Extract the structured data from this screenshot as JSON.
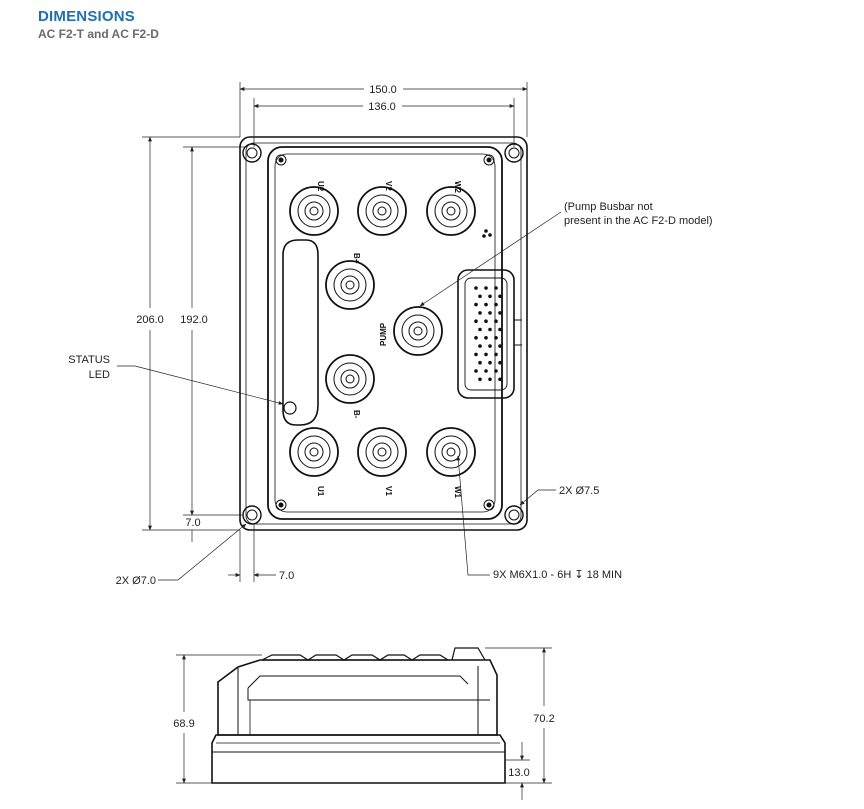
{
  "header": {
    "title": "DIMENSIONS",
    "subtitle": "AC F2-T and AC F2-D"
  },
  "top_view": {
    "dims": {
      "overall_width": "150.0",
      "inner_width": "136.0",
      "overall_height": "206.0",
      "inner_height": "192.0",
      "corner_offset_v": "7.0",
      "corner_offset_h": "7.0"
    },
    "callouts": {
      "status_led_line1": "STATUS",
      "status_led_line2": "LED",
      "pump_note_line1": "(Pump Busbar not",
      "pump_note_line2": "present in the AC F2-D model)",
      "hole_large": "2X  Ø7.5",
      "hole_small": "2X  Ø7.0",
      "thread_spec": "9X M6X1.0 - 6H ↧ 18 MIN"
    },
    "terminals": {
      "u2": "U2",
      "v2": "V2",
      "w2": "W2",
      "b_plus": "B+",
      "pump": "PUMP",
      "b_minus": "B-",
      "u1": "U1",
      "v1": "V1",
      "w1": "W1"
    }
  },
  "side_view": {
    "dims": {
      "height_left": "68.9",
      "height_right": "70.2",
      "base_height": "13.0"
    }
  }
}
